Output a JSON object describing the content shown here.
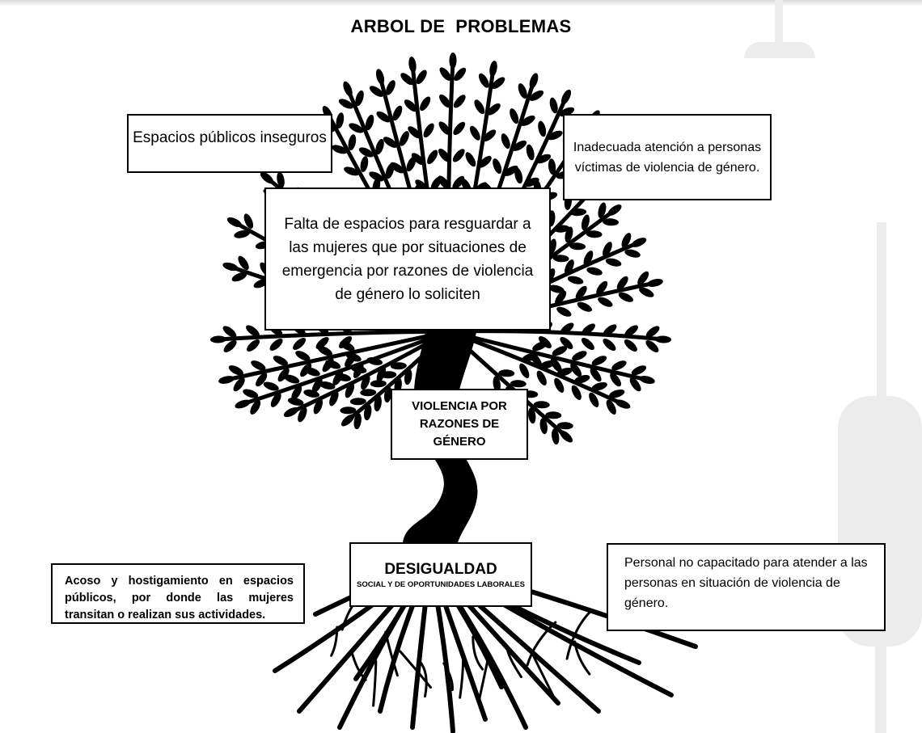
{
  "title": "ARBOL DE  PROBLEMAS",
  "effects": {
    "top_left": "Espacios públicos inseguros",
    "top_right": "Inadecuada atención a personas víctimas de violencia de género."
  },
  "central_problem": "Falta de espacios para resguardar a las mujeres que por situaciones de emergencia por razones de violencia de género lo soliciten",
  "trunk": "VIOLENCIA POR RAZONES DE GÉNERO",
  "root_cause": {
    "heading": "DESIGUALDAD",
    "subheading": "SOCIAL Y DE OPORTUNIDADES LABORALES"
  },
  "causes": {
    "left": "Acoso y hostigamiento en espacios públicos, por donde las mujeres transitan o realizan sus actividades.",
    "right": "Personal no capacitado para atender a las personas en situación de violencia de género."
  },
  "colors": {
    "ink": "#000000",
    "background": "#ffffff",
    "decoration": "#ececec"
  }
}
